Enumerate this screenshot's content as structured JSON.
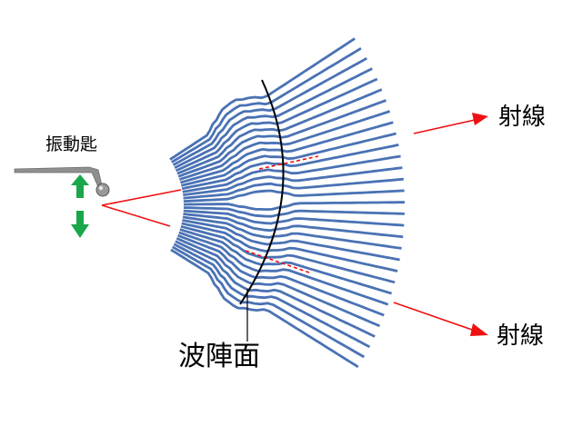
{
  "labels": {
    "vibrator": "振動匙",
    "ray_top": "射線",
    "ray_bottom": "射線",
    "wavefront": "波陣面"
  },
  "colors": {
    "wave_lines": "#4a72b4",
    "ray": "#ee1111",
    "wavefront_line": "#000000",
    "arrow_up": "#1aa64a",
    "arrow_down": "#1aa64a",
    "vibrator_arm": "#8c8c8c"
  },
  "icons": {
    "vibrator": "tuning-fork-arm-with-ball",
    "motion": "up-down-green-arrows"
  }
}
